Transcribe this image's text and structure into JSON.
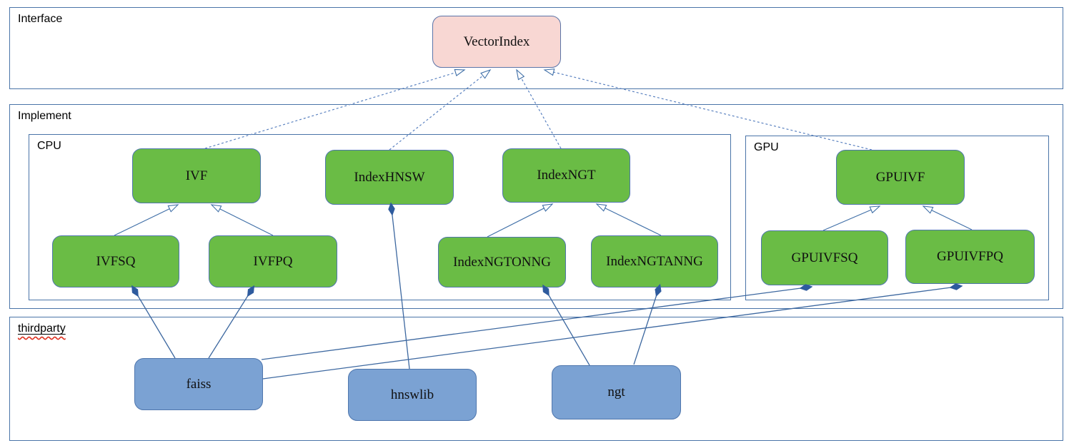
{
  "diagram": {
    "containers": {
      "interface": {
        "label": "Interface"
      },
      "implement": {
        "label": "Implement"
      },
      "cpu": {
        "label": "CPU"
      },
      "gpu": {
        "label": "GPU"
      },
      "thirdparty": {
        "label": "thirdparty"
      }
    },
    "nodes": {
      "vectorindex": {
        "label": "VectorIndex"
      },
      "ivf": {
        "label": "IVF"
      },
      "indexhnsw": {
        "label": "IndexHNSW"
      },
      "indexngt": {
        "label": "IndexNGT"
      },
      "gpuivf": {
        "label": "GPUIVF"
      },
      "ivfsq": {
        "label": "IVFSQ"
      },
      "ivfpq": {
        "label": "IVFPQ"
      },
      "indexngtonng": {
        "label": "IndexNGTONNG"
      },
      "indexngtanng": {
        "label": "IndexNGTANNG"
      },
      "gpuivfsq": {
        "label": "GPUIVFSQ"
      },
      "gpuivfpq": {
        "label": "GPUIVFPQ"
      },
      "faiss": {
        "label": "faiss"
      },
      "hnswlib": {
        "label": "hnswlib"
      },
      "ngt": {
        "label": "ngt"
      }
    },
    "edges": [
      {
        "from": "ivf",
        "to": "vectorindex",
        "type": "realization",
        "points": [
          287,
          208,
          650,
          98
        ]
      },
      {
        "from": "indexhnsw",
        "to": "vectorindex",
        "type": "realization",
        "points": [
          545,
          210,
          686,
          98
        ]
      },
      {
        "from": "indexngt",
        "to": "vectorindex",
        "type": "realization",
        "points": [
          785,
          208,
          723,
          98
        ]
      },
      {
        "from": "gpuivf",
        "to": "vectorindex",
        "type": "realization",
        "points": [
          1220,
          210,
          762,
          98
        ]
      },
      {
        "from": "ivfsq",
        "to": "ivf",
        "type": "generalization",
        "points": [
          160,
          330,
          249,
          287
        ]
      },
      {
        "from": "ivfpq",
        "to": "ivf",
        "type": "generalization",
        "points": [
          382,
          330,
          296,
          287
        ]
      },
      {
        "from": "indexngtonng",
        "to": "indexngt",
        "type": "generalization",
        "points": [
          682,
          332,
          773,
          286
        ]
      },
      {
        "from": "indexngtanng",
        "to": "indexngt",
        "type": "generalization",
        "points": [
          925,
          330,
          835,
          286
        ]
      },
      {
        "from": "gpuivfsq",
        "to": "gpuivf",
        "type": "generalization",
        "points": [
          1152,
          323,
          1231,
          289
        ]
      },
      {
        "from": "gpuivfpq",
        "to": "gpuivf",
        "type": "generalization",
        "points": [
          1360,
          322,
          1292,
          289
        ]
      },
      {
        "from": "faiss",
        "to": "ivfsq",
        "type": "composition",
        "points": [
          245,
          502,
          189,
          408
        ]
      },
      {
        "from": "faiss",
        "to": "ivfpq",
        "type": "composition",
        "points": [
          292,
          502,
          351,
          408
        ]
      },
      {
        "from": "hnswlib",
        "to": "indexhnsw",
        "type": "composition",
        "points": [
          573,
          517,
          548,
          293
        ]
      },
      {
        "from": "ngt",
        "to": "indexngtonng",
        "type": "composition",
        "points": [
          825,
          512,
          764,
          407
        ]
      },
      {
        "from": "ngt",
        "to": "indexngtanng",
        "type": "composition",
        "points": [
          887,
          511,
          921,
          407
        ]
      },
      {
        "from": "faiss",
        "to": "gpuivfsq",
        "type": "composition",
        "points": [
          366,
          504,
          1128,
          403
        ]
      },
      {
        "from": "faiss",
        "to": "gpuivfpq",
        "type": "composition",
        "points": [
          368,
          531,
          1338,
          402
        ]
      }
    ],
    "colors": {
      "node_green": "#6abc45",
      "node_blue": "#7ba2d3",
      "node_pink": "#f8d7d3",
      "container_border_blue": "#4a74a8",
      "edge_blue": "#4170a8",
      "dashed_edge_blue": "#5b82c0",
      "diamond_blue": "#2e5b9e",
      "spellcheck_red": "#dd2f1e"
    }
  }
}
